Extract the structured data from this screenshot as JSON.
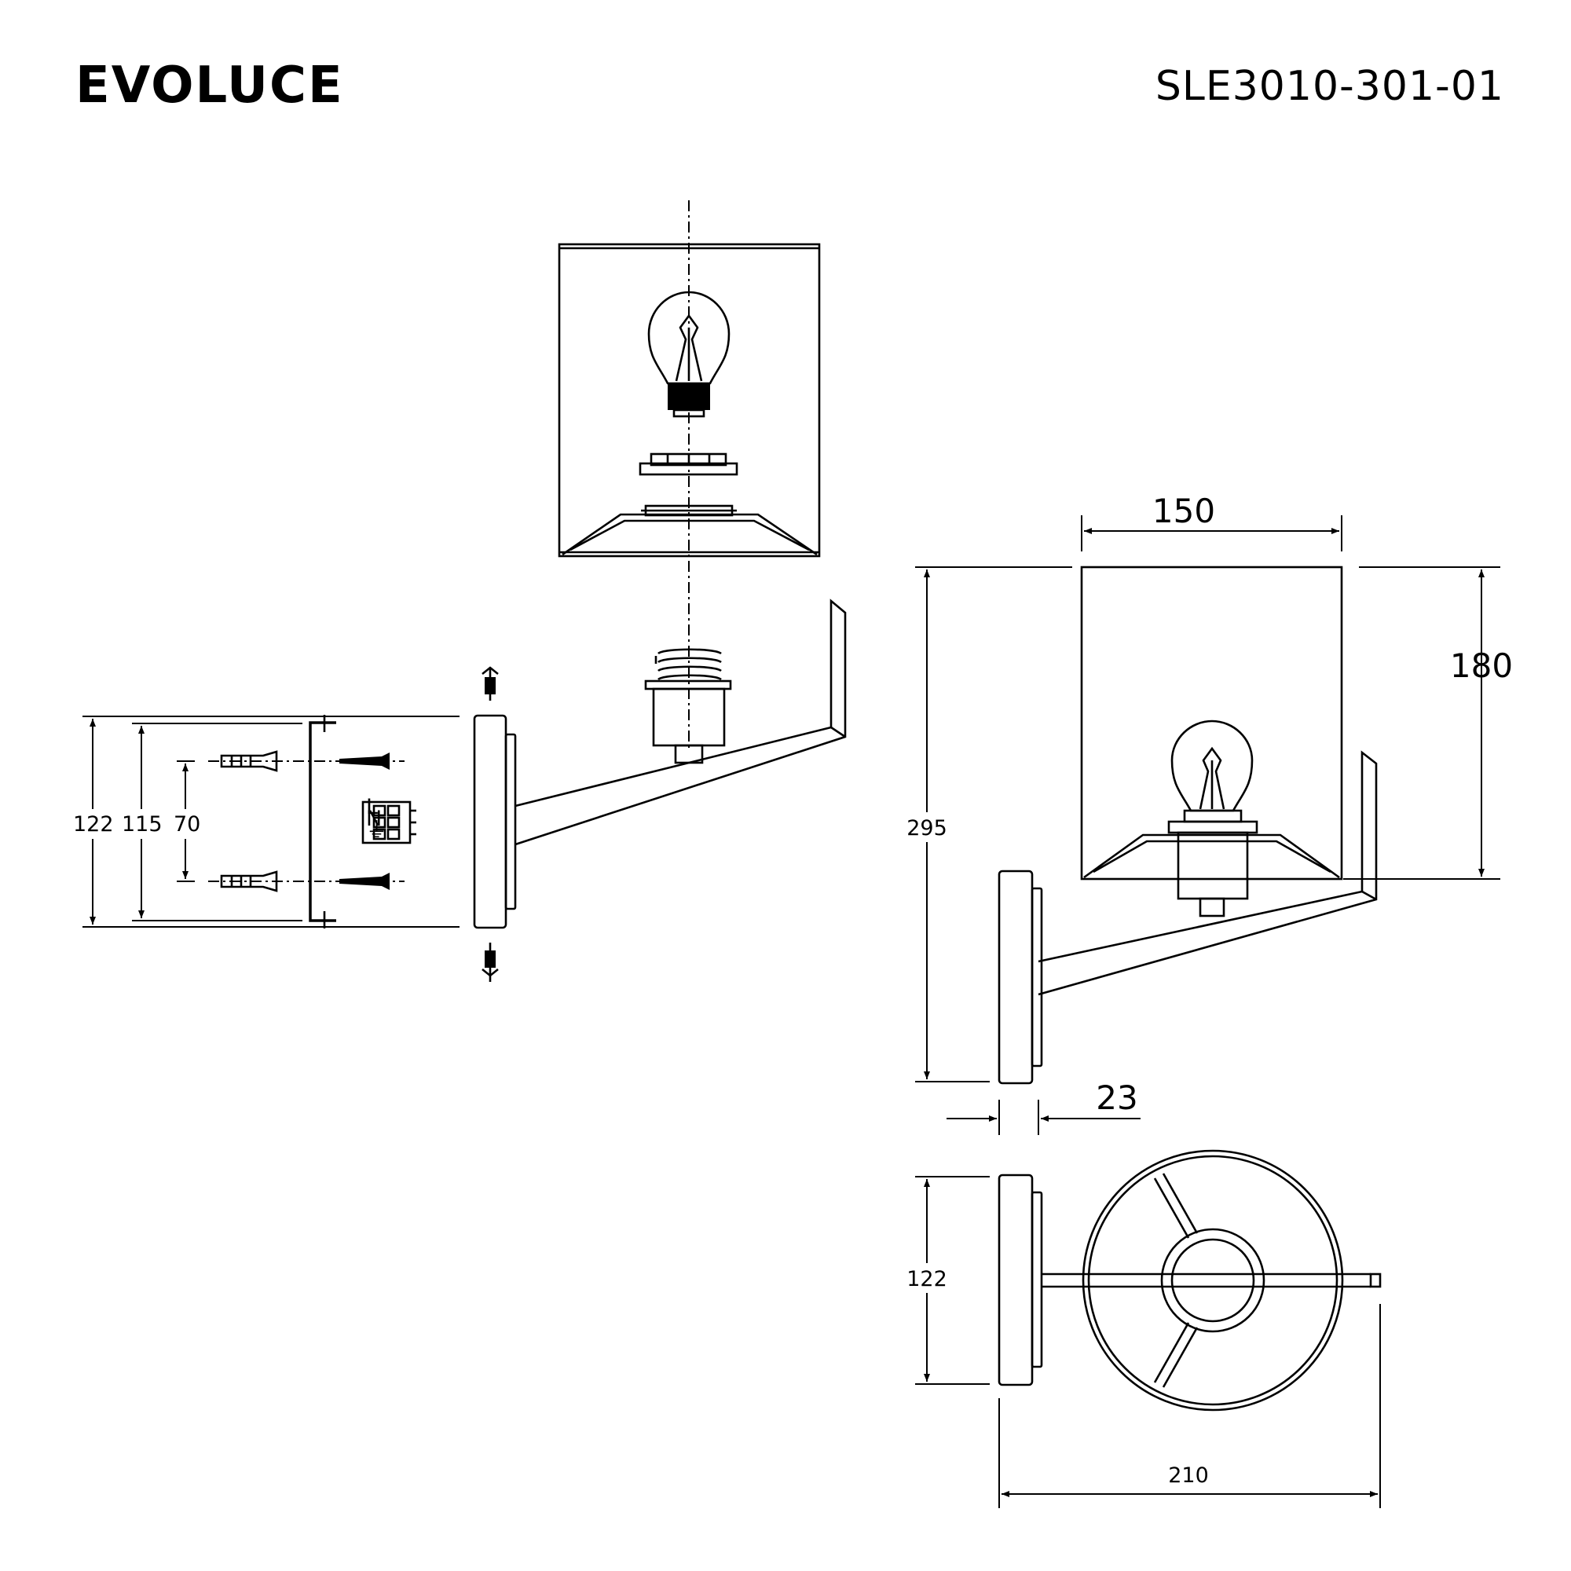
{
  "header": {
    "brand": "EVOLUCE",
    "model": "SLE3010-301-01"
  },
  "dimensions": {
    "shade_width": "150",
    "shade_height": "180",
    "total_height": "295",
    "plate_depth": "23",
    "top_view_plate_height": "122",
    "total_depth": "210",
    "mount_plate_height": "122",
    "mount_inner_height": "115",
    "screw_spacing": "70"
  },
  "connector_labels": [
    "L",
    "N",
    "⏚"
  ]
}
